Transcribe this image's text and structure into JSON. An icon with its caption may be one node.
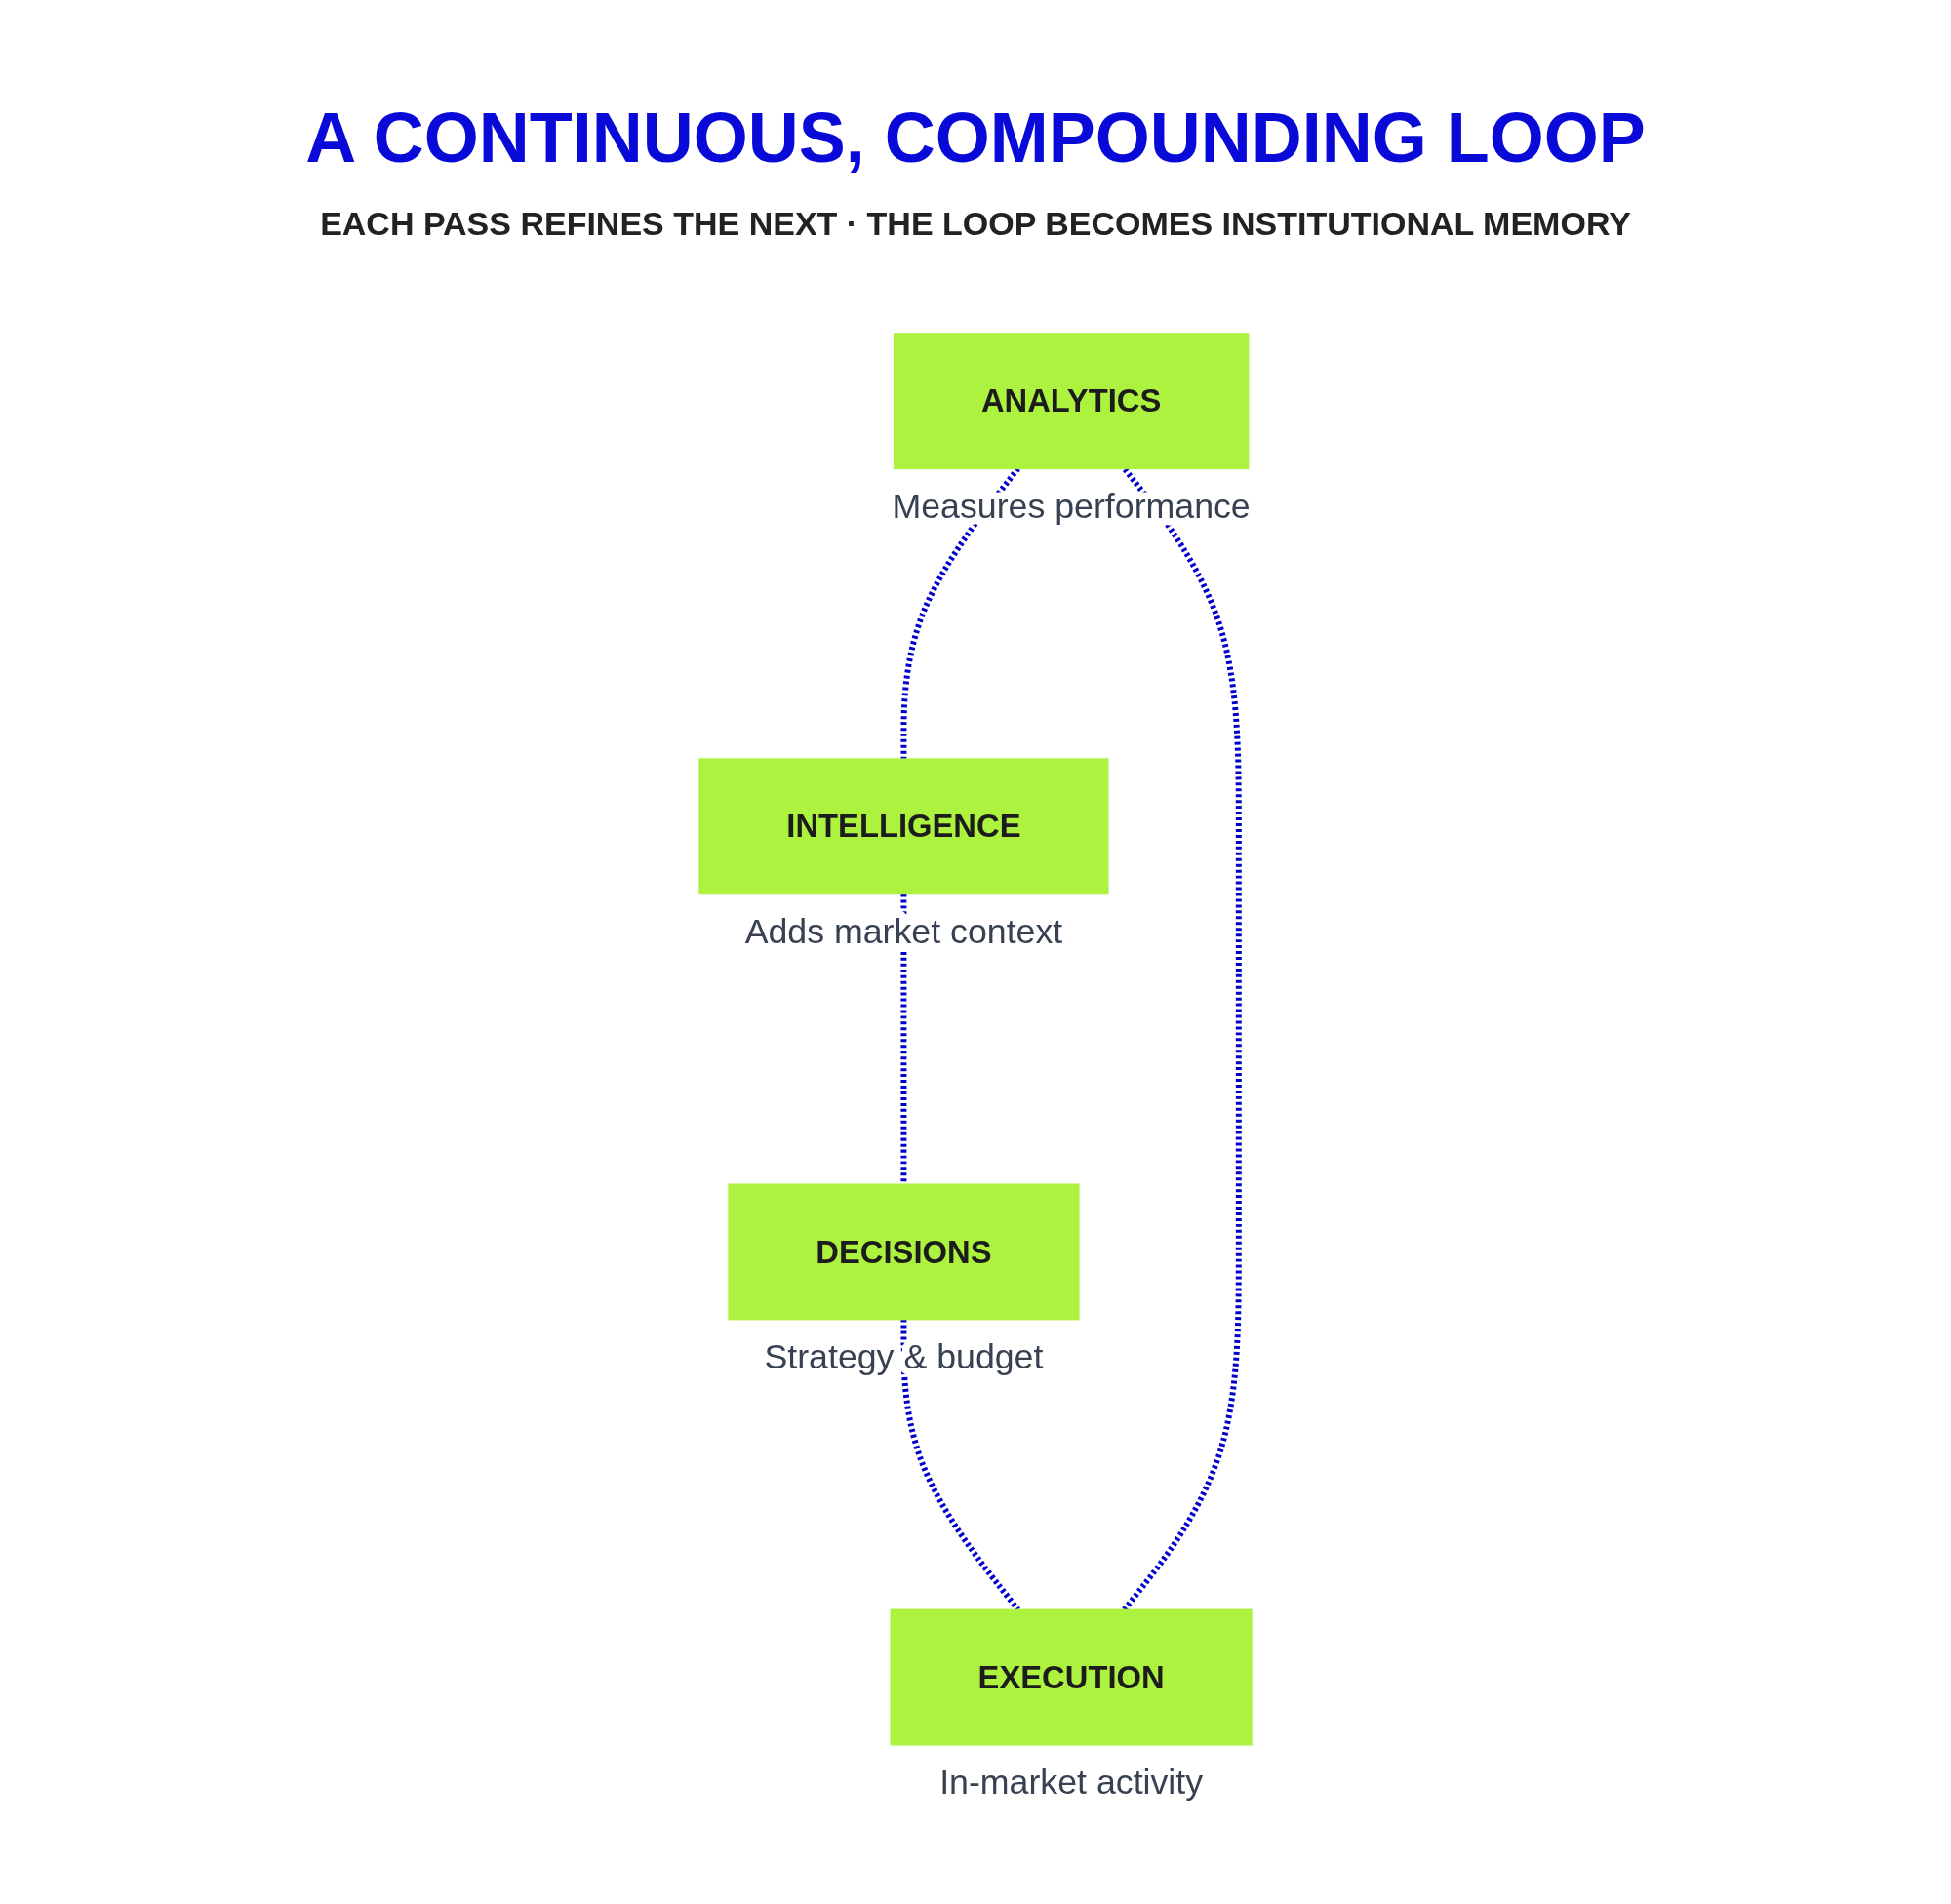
{
  "diagram": {
    "title": "A CONTINUOUS, COMPOUNDING LOOP",
    "nodes": [
      {
        "text": [
          "ANALYTICS"
        ],
        "beside": [
          "Measures performance"
        ]
      },
      {
        "text": [
          "EXECUTION"
        ],
        "beside": [
          "In-market activity"
        ]
      },
      {
        "text": [
          "INTELLIGENCE"
        ],
        "beside": [
          "Adds market context"
        ]
      },
      {
        "text": [
          "DECISIONS"
        ],
        "beside": [
          "Strategy & budget"
        ]
      }
    ],
    "edges": [
      {
        "from": 0,
        "to": 2,
        "arrow": "none",
        "style": "dashed"
      },
      {
        "from": 2,
        "to": 3,
        "arrow": "none",
        "style": "dashed"
      },
      {
        "from": 3,
        "to": 1,
        "arrow": "none",
        "style": "dashed"
      },
      {
        "from": 1,
        "to": 0,
        "arrow": "none",
        "style": "dashed"
      }
    ],
    "labels": [
      "EACH PASS REFINES THE NEXT · THE LOOP BECOMES INSTITUTIONAL MEMORY"
    ]
  }
}
